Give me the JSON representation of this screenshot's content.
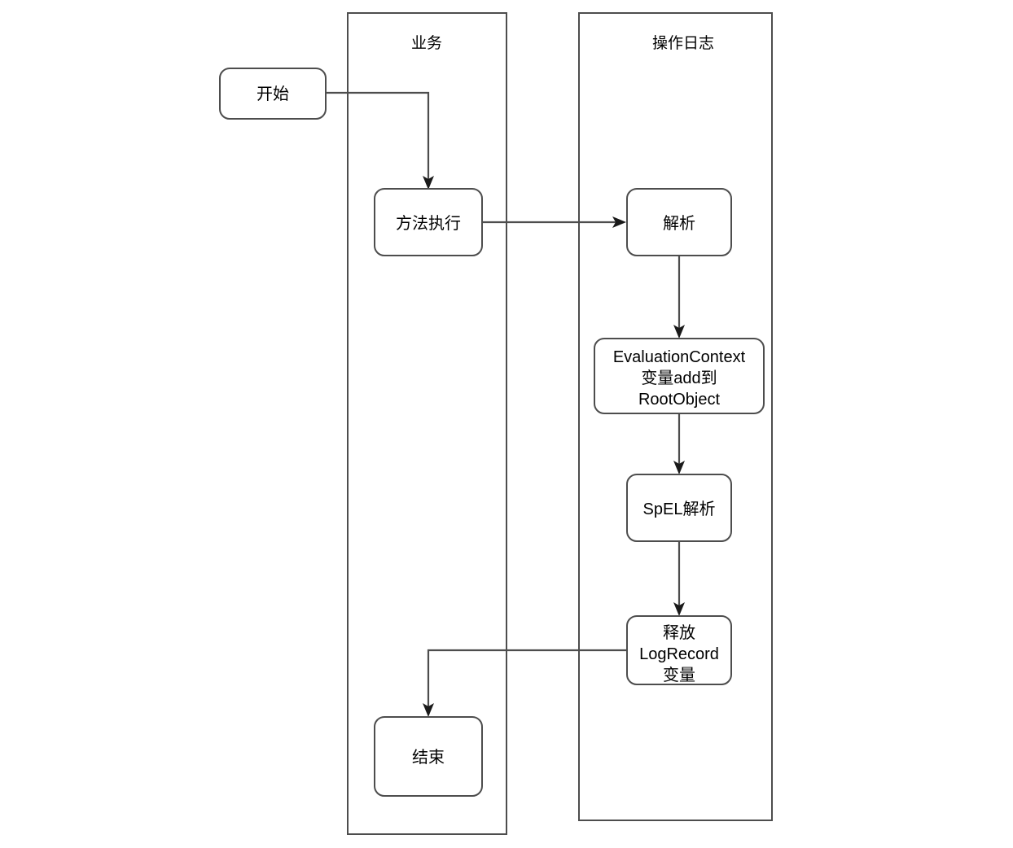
{
  "diagram": {
    "type": "flowchart",
    "title": "",
    "background_color": "#ffffff",
    "stroke_color": "#4d4d4d",
    "text_color": "#000000",
    "lanes": [
      {
        "id": "lane-business",
        "label": "业务"
      },
      {
        "id": "lane-operation-log",
        "label": "操作日志"
      }
    ],
    "nodes": [
      {
        "id": "node-start",
        "shape": "rounded-rectangle",
        "lane": "outside",
        "lines": [
          "开始"
        ]
      },
      {
        "id": "node-method-exec",
        "shape": "rounded-rectangle",
        "lane": "lane-business",
        "lines": [
          "方法执行"
        ]
      },
      {
        "id": "node-parse",
        "shape": "rounded-rectangle",
        "lane": "lane-operation-log",
        "lines": [
          "解析"
        ]
      },
      {
        "id": "node-evaluation-context",
        "shape": "rounded-rectangle",
        "lane": "lane-operation-log",
        "lines": [
          "EvaluationContext",
          "变量add到",
          "RootObject"
        ]
      },
      {
        "id": "node-spel-parse",
        "shape": "rounded-rectangle",
        "lane": "lane-operation-log",
        "lines": [
          "SpEL解析"
        ]
      },
      {
        "id": "node-release-logrecord",
        "shape": "rounded-rectangle",
        "lane": "lane-operation-log",
        "lines": [
          "释放",
          "LogRecord",
          "变量"
        ]
      },
      {
        "id": "node-end",
        "shape": "rounded-rectangle",
        "lane": "lane-business",
        "lines": [
          "结束"
        ]
      }
    ],
    "edges": [
      {
        "id": "edge-start-to-method-exec",
        "from": "node-start",
        "to": "node-method-exec",
        "arrow": true
      },
      {
        "id": "edge-method-exec-to-parse",
        "from": "node-method-exec",
        "to": "node-parse",
        "arrow": true
      },
      {
        "id": "edge-parse-to-evaluation-context",
        "from": "node-parse",
        "to": "node-evaluation-context",
        "arrow": true
      },
      {
        "id": "edge-evaluation-context-to-spel-parse",
        "from": "node-evaluation-context",
        "to": "node-spel-parse",
        "arrow": true
      },
      {
        "id": "edge-spel-parse-to-release-logrecord",
        "from": "node-spel-parse",
        "to": "node-release-logrecord",
        "arrow": true
      },
      {
        "id": "edge-release-logrecord-to-end",
        "from": "node-release-logrecord",
        "to": "node-end",
        "arrow": true
      }
    ]
  }
}
